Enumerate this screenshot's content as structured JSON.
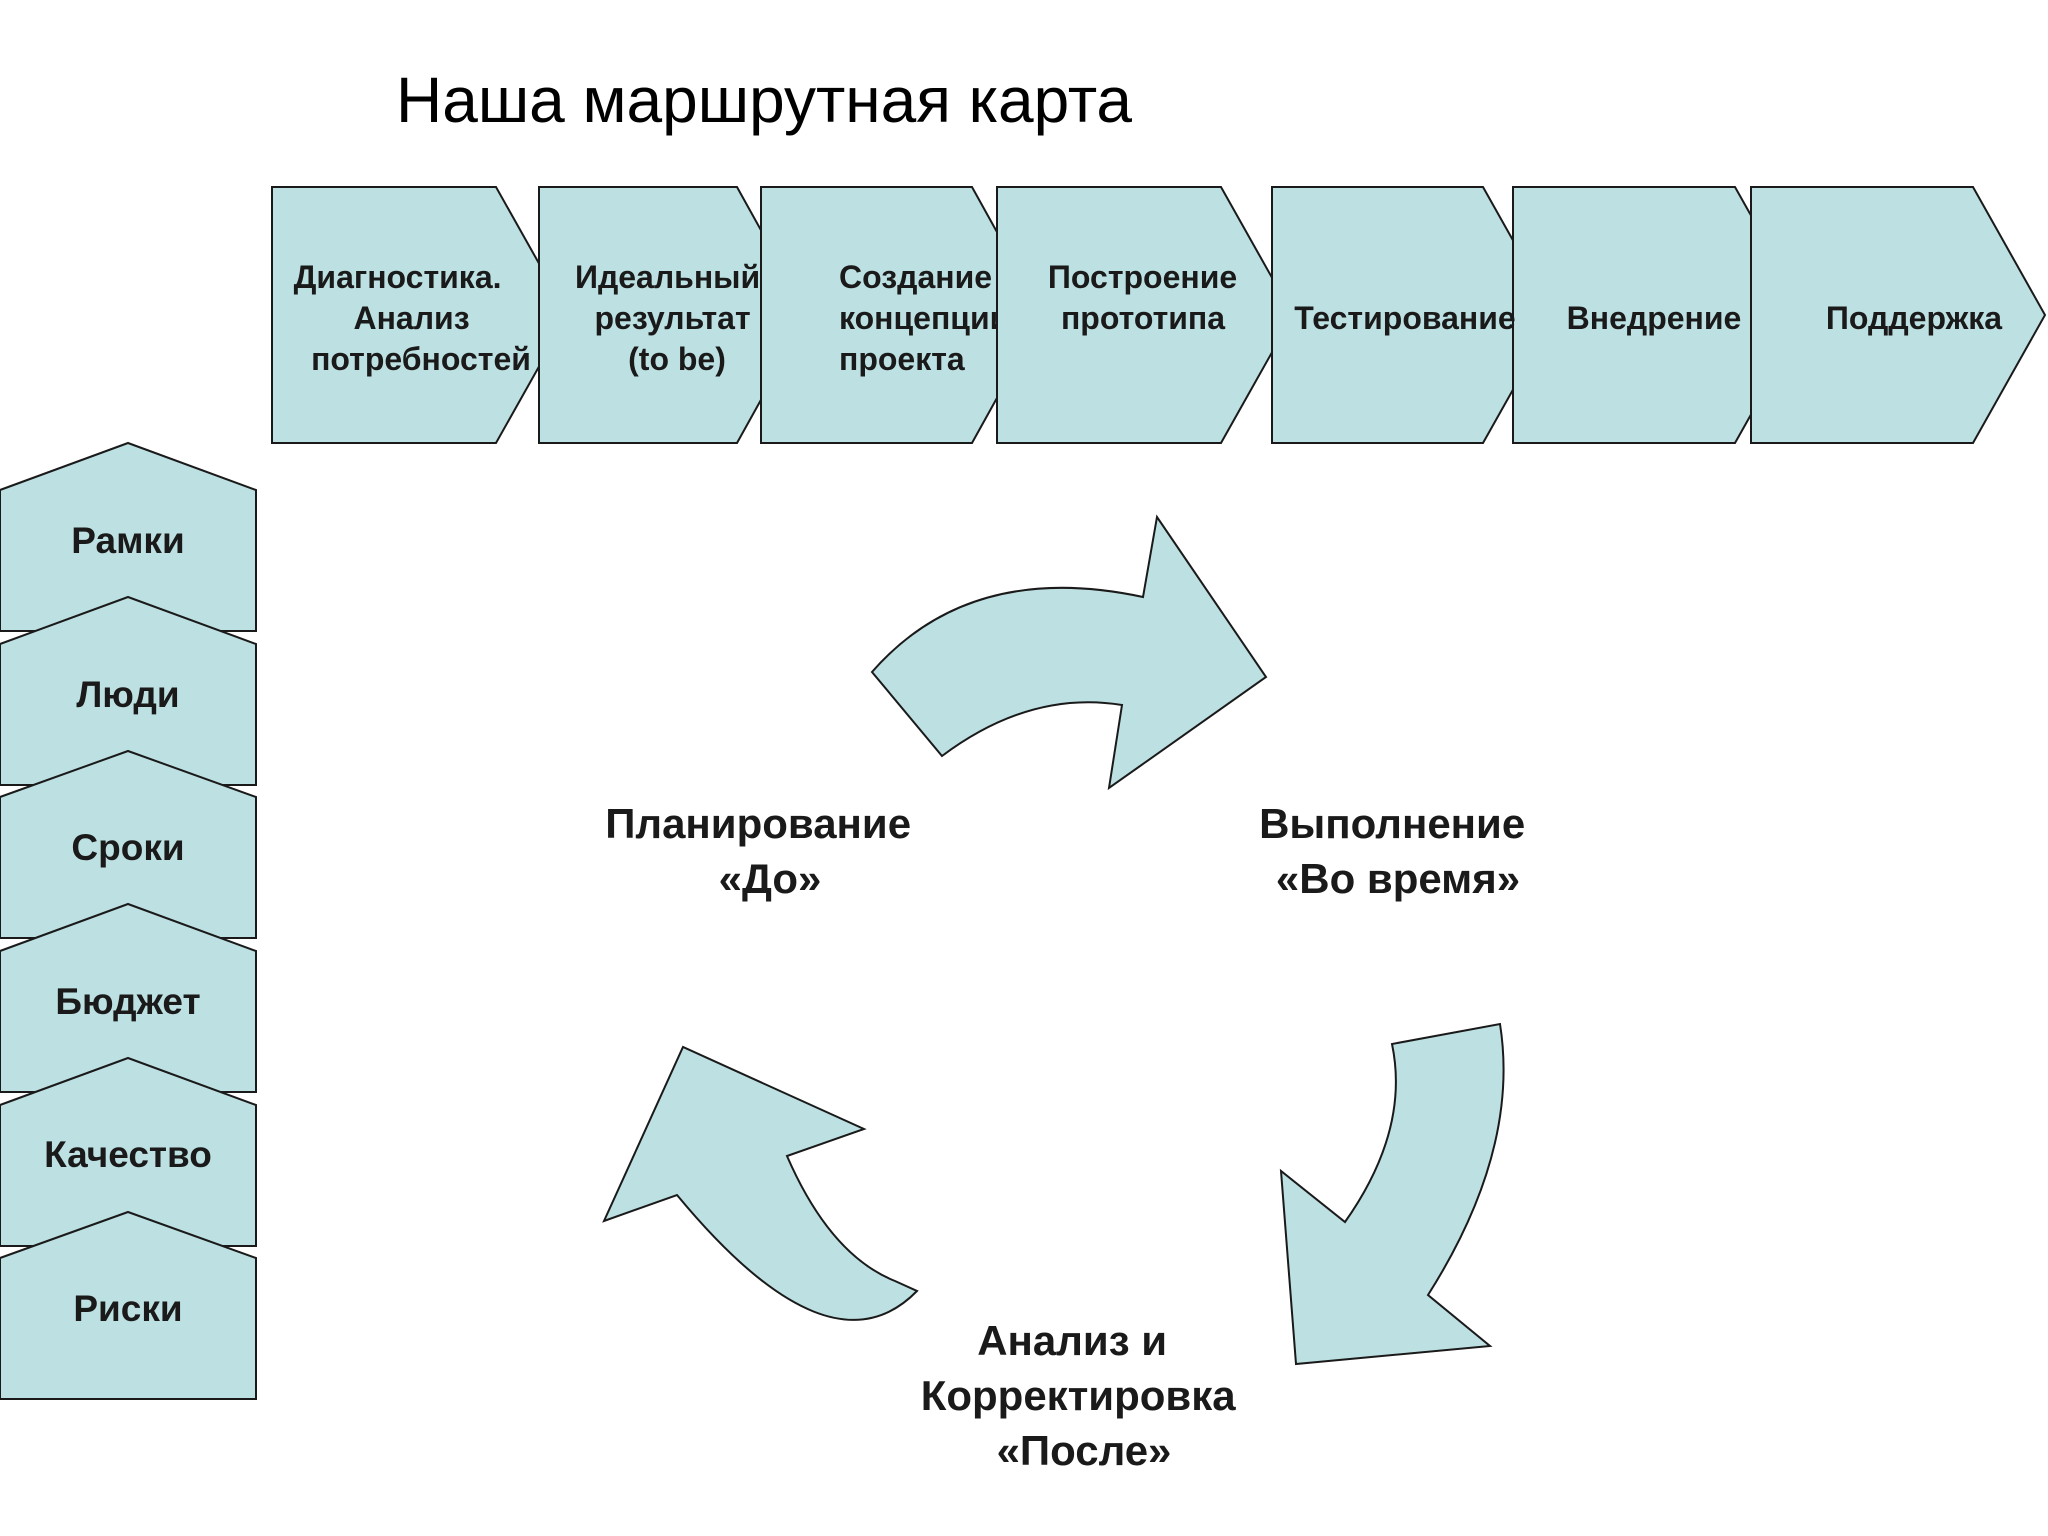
{
  "title": "Наша маршрутная карта",
  "colors": {
    "shape_fill": "#bde0e2",
    "shape_stroke": "#1a1a1a",
    "text": "#1a1a1a"
  },
  "process_steps": [
    {
      "lines": [
        "Диагностика.",
        "Анализ",
        "потребностей"
      ]
    },
    {
      "lines": [
        "Идеальный",
        "результат",
        "(to be)"
      ]
    },
    {
      "lines": [
        "Создание",
        "концепции",
        "проекта"
      ]
    },
    {
      "lines": [
        "Построение",
        "прототипа"
      ]
    },
    {
      "lines": [
        "Тестирование"
      ]
    },
    {
      "lines": [
        "Внедрение"
      ]
    },
    {
      "lines": [
        "Поддержка"
      ]
    }
  ],
  "constraints": [
    {
      "label": "Рамки"
    },
    {
      "label": "Люди"
    },
    {
      "label": "Сроки"
    },
    {
      "label": "Бюджет"
    },
    {
      "label": "Качество"
    },
    {
      "label": "Риски"
    }
  ],
  "cycle": {
    "planning": {
      "lines": [
        "Планирование",
        "«До»"
      ]
    },
    "execution": {
      "lines": [
        "Выполнение",
        "«Во время»"
      ]
    },
    "analysis": {
      "lines": [
        "Анализ и",
        "Корректировка",
        "«После»"
      ]
    }
  }
}
